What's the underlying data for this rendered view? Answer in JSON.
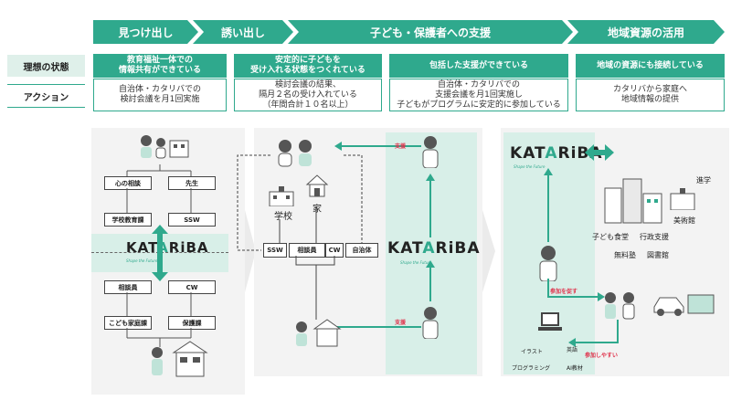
{
  "stages": [
    "見つけ出し",
    "誘い出し",
    "子ども・保護者への支援",
    "地域資源の活用"
  ],
  "row_labels": {
    "ideal": "理想の状態",
    "action": "アクション"
  },
  "ideal_states": [
    {
      "line1": "教育福祉一体での",
      "line2": "情報共有ができている"
    },
    {
      "line1": "安定的に子どもを",
      "line2": "受け入れる状態をつくれている"
    },
    {
      "line1": "包括した支援ができている",
      "line2": ""
    },
    {
      "line1": "地域の資源にも接続している",
      "line2": ""
    }
  ],
  "actions": [
    {
      "lines": [
        "自治体・カタリバでの",
        "検討会議を月1回実施"
      ]
    },
    {
      "lines": [
        "検討会議の結果、",
        "隔月２名の受け入れている",
        "（年間合計１０名以上）"
      ]
    },
    {
      "lines": [
        "自治体・カタリバでの",
        "支援会議を月1回実施し",
        "子どもがプログラムに安定的に参加している"
      ]
    },
    {
      "lines": [
        "カタリバから家庭へ",
        "地域情報の提供"
      ]
    }
  ],
  "logo": {
    "text": "KATARiBA",
    "tagline": "Shape the Future"
  },
  "panel1": {
    "top_boxes": [
      "心の相談",
      "先生"
    ],
    "mid_boxes": [
      "学校教育課",
      "SSW"
    ],
    "low_boxes": [
      "相談員",
      "CW"
    ],
    "bottom_boxes": [
      "こども家庭課",
      "保護課"
    ]
  },
  "panel2": {
    "school": "学校",
    "home": "家",
    "row": [
      "SSW",
      "相談員",
      "CW",
      "自治体"
    ],
    "support1": "支援",
    "support2": "支援"
  },
  "panel3": {
    "resources": [
      "進学",
      "美術館",
      "子ども食堂",
      "行政支援",
      "無料塾",
      "図書館"
    ],
    "encourage": "参加を促す",
    "easy": "参加しやすい",
    "illust": "イラスト",
    "english": "英語",
    "programming": "プログラミング",
    "ai": "AI教材"
  },
  "colors": {
    "accent": "#2fa98d",
    "light": "#d8efe8",
    "red": "#e0304a"
  }
}
